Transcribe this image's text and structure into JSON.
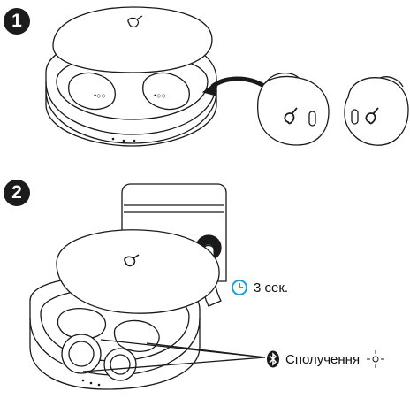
{
  "steps": [
    {
      "number": "1",
      "icon": "earbuds-into-case-illustration"
    },
    {
      "number": "2",
      "icon": "press-case-button-illustration"
    }
  ],
  "timer": {
    "icon": "clock-icon",
    "text": "3 сек.",
    "color": "#1a9fd6"
  },
  "status": {
    "bt_icon": "bluetooth-icon",
    "text": "Сполучення",
    "led_icon": "blinking-led-icon"
  },
  "colors": {
    "outline": "#1a1a1a",
    "accent": "#1a9fd6",
    "led_ring": "#1a9fd6"
  }
}
